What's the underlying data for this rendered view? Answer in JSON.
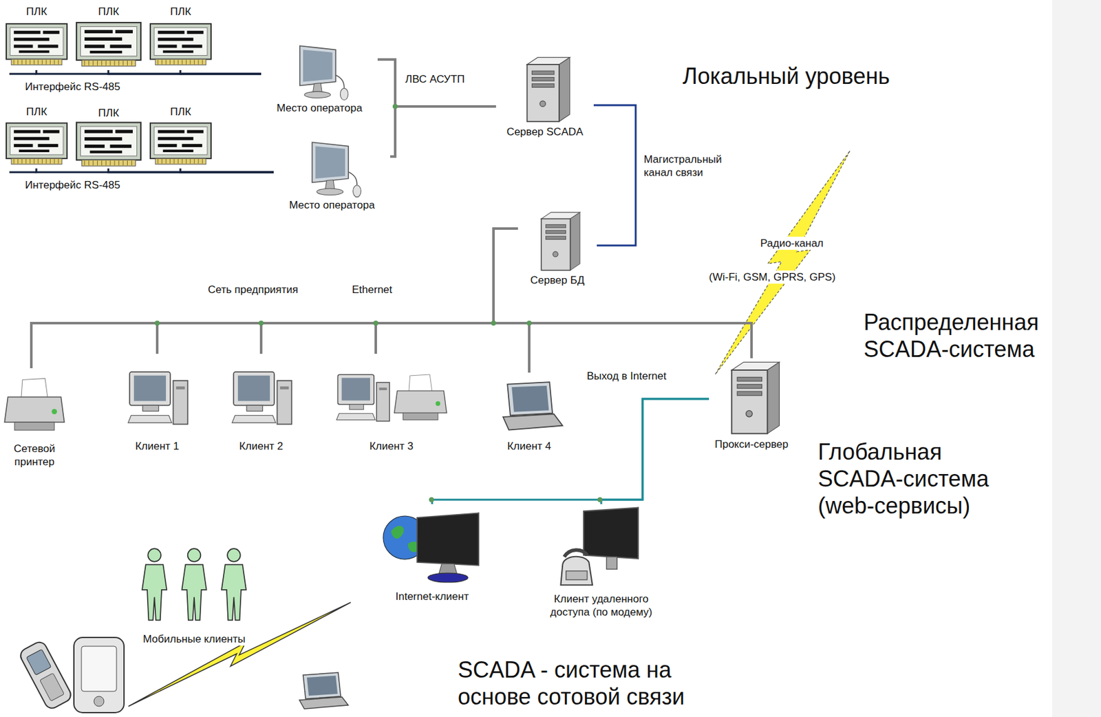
{
  "diagram": {
    "nodes": [
      {
        "text": [
          "ПЛК"
        ]
      },
      {
        "text": [
          "ПЛК"
        ]
      },
      {
        "text": [
          "ПЛК"
        ]
      },
      {
        "text": [
          "ПЛК"
        ]
      },
      {
        "text": [
          "ПЛК"
        ]
      },
      {
        "text": [
          "ПЛК"
        ]
      },
      {
        "text": [
          "Место оператора"
        ]
      },
      {
        "text": [
          "Место оператора"
        ]
      },
      {
        "text": [
          "Сервер SCADA"
        ]
      },
      {
        "text": [
          "Сервер БД"
        ]
      },
      {
        "text": [
          "Сетевой принтер"
        ]
      },
      {
        "text": [
          "Клиент 1"
        ]
      },
      {
        "text": [
          "Клиент 2"
        ]
      },
      {
        "text": [
          "Клиент 3"
        ]
      },
      {
        "text": [
          "Клиент 4"
        ]
      },
      {
        "text": [
          "Прокси-сервер"
        ]
      },
      {
        "text": [
          "Internet-клиент"
        ]
      },
      {
        "text": [
          "Клиент удаленного доступа (по модему)"
        ]
      },
      {
        "text": [
          "Мобильные клиенты"
        ]
      }
    ],
    "edges": [
      {
        "from": 0,
        "to": 6,
        "arrow": "none"
      },
      {
        "from": 1,
        "to": 6,
        "arrow": "none"
      },
      {
        "from": 2,
        "to": 6,
        "arrow": "none"
      },
      {
        "from": 3,
        "to": 7,
        "arrow": "none"
      },
      {
        "from": 4,
        "to": 7,
        "arrow": "none"
      },
      {
        "from": 5,
        "to": 7,
        "arrow": "none"
      },
      {
        "from": 6,
        "to": 8,
        "arrow": "none"
      },
      {
        "from": 7,
        "to": 8,
        "arrow": "none"
      },
      {
        "from": 8,
        "to": 9,
        "arrow": "none"
      },
      {
        "from": 9,
        "to": 10,
        "arrow": "none"
      },
      {
        "from": 9,
        "to": 11,
        "arrow": "none"
      },
      {
        "from": 9,
        "to": 12,
        "arrow": "none"
      },
      {
        "from": 9,
        "to": 13,
        "arrow": "none"
      },
      {
        "from": 9,
        "to": 14,
        "arrow": "none"
      },
      {
        "from": 9,
        "to": 15,
        "arrow": "none"
      },
      {
        "from": 15,
        "to": 16,
        "arrow": "none"
      },
      {
        "from": 15,
        "to": 17,
        "arrow": "none"
      }
    ],
    "labels": [
      "Интерфейс RS-485",
      "Интерфейс RS-485",
      "ЛВС АСУТП",
      "Магистральный канал связи",
      "Сеть предприятия",
      "Ethernet",
      "Радио-канал",
      "(Wi-Fi, GSM, GPRS, GPS)",
      "Выход в Internet",
      "Локальный уровень",
      "Распределенная SCADA-система",
      "Глобальная SCADA-система (web-сервисы)",
      "SCADA - система на основе сотовой связи"
    ]
  }
}
